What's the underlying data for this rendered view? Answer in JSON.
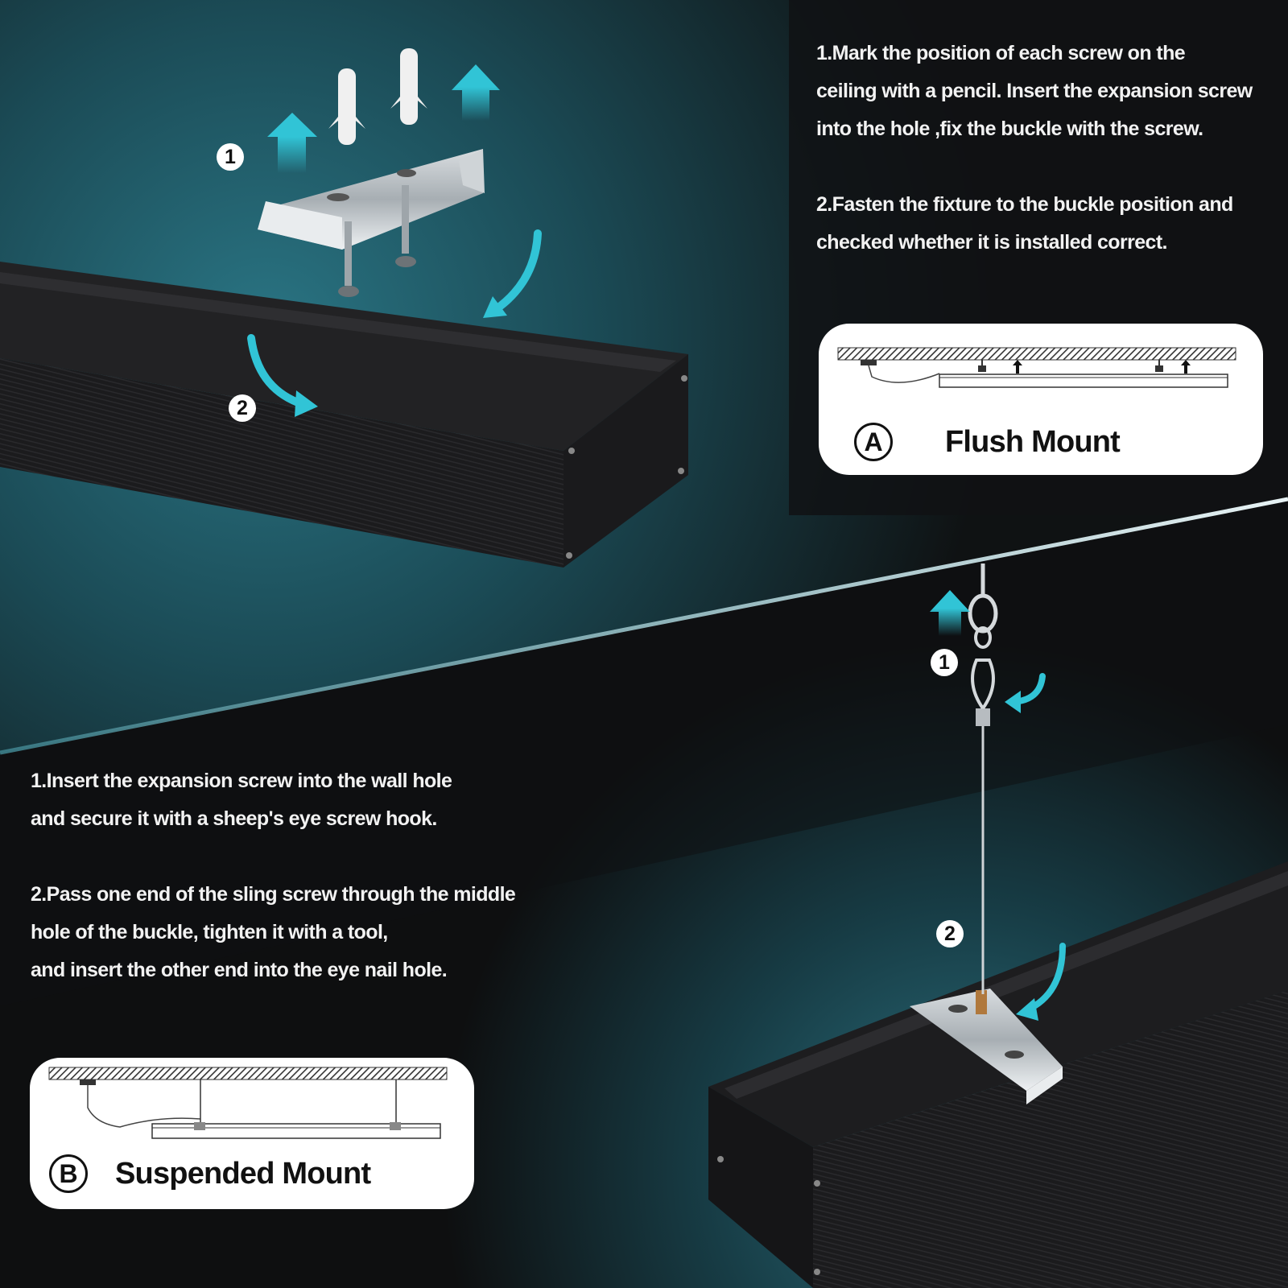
{
  "flush": {
    "steps": [
      [
        "1.Mark the position of each screw on the",
        "ceiling with a pencil. Insert the expansion screw",
        "into the hole ,fix the buckle with the screw."
      ],
      [
        "2.Fasten the fixture to the buckle position and",
        "checked whether it is installed correct."
      ]
    ],
    "card_letter": "A",
    "card_label": "Flush Mount",
    "callouts": [
      "1",
      "2"
    ]
  },
  "suspended": {
    "steps": [
      [
        "1.Insert the expansion screw into the wall hole",
        "and secure it with a sheep's eye screw hook."
      ],
      [
        "2.Pass one end of the sling screw through the middle",
        "hole of the buckle, tighten it with a tool,",
        "and insert the other end into the eye nail hole."
      ]
    ],
    "card_letter": "B",
    "card_label": "Suspended Mount",
    "callouts": [
      "1",
      "2"
    ]
  },
  "colors": {
    "accent_arrow": "#31c4d6",
    "teal_glow": "#1f5f6d",
    "fixture": "#1c1c1e",
    "text": "#f2f2f2"
  }
}
